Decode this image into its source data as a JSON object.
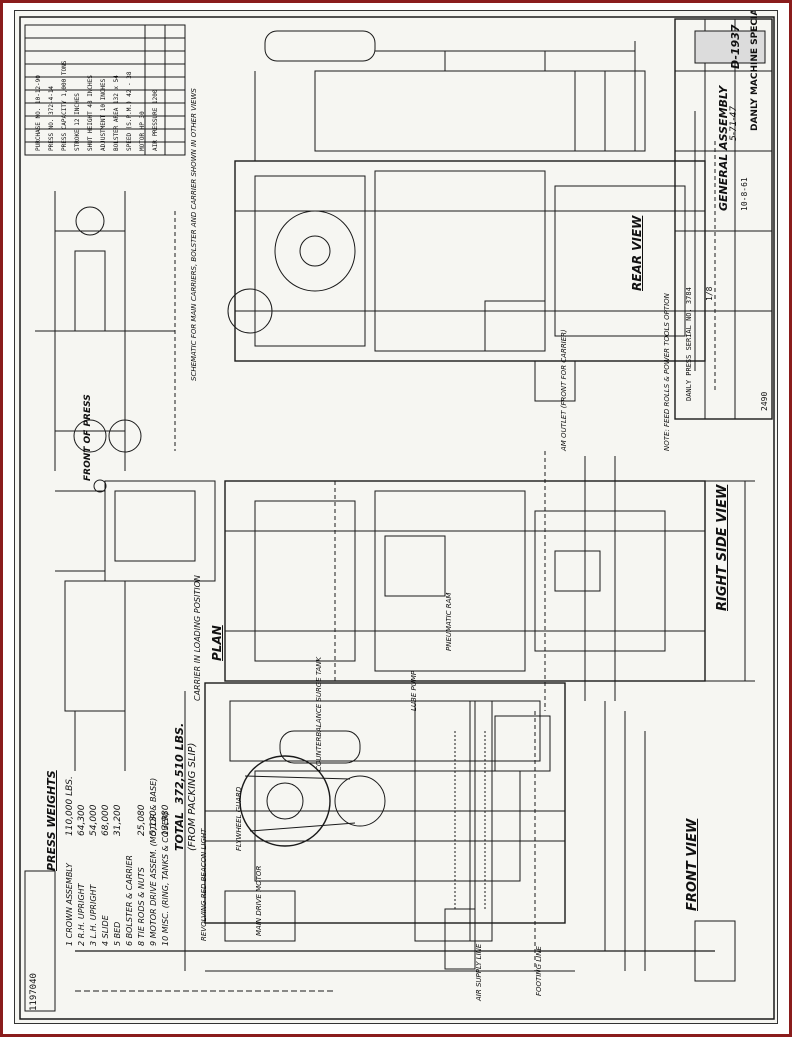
{
  "press_weights": {
    "title": "PRESS WEIGHTS",
    "items": [
      {
        "n": "1",
        "label": "CROWN ASSEMBLY",
        "weight": "110,000 LBS."
      },
      {
        "n": "2",
        "label": "R.H. UPRIGHT",
        "weight": "64,300"
      },
      {
        "n": "3",
        "label": "L.H. UPRIGHT",
        "weight": "54,000"
      },
      {
        "n": "4",
        "label": "SLIDE",
        "weight": "68,000"
      },
      {
        "n": "5",
        "label": "BED",
        "weight": "31,200"
      },
      {
        "n": "6",
        "label": "BOLSTER & CARRIER",
        "weight": ""
      },
      {
        "n": "8",
        "label": "TIE RODS & NUTS",
        "weight": "25,080"
      },
      {
        "n": "9",
        "label": "MOTOR DRIVE ASSEM. (MOTOR & BASE)",
        "weight": "5,130"
      },
      {
        "n": "10",
        "label": "MISC. (RING, TANKS & COVER)",
        "weight": "13,980"
      }
    ],
    "total_label": "TOTAL",
    "total_value": "372,510 LBS.",
    "packing_note": "(FROM PACKING SLIP)"
  },
  "view_titles": {
    "front": "FRONT VIEW",
    "side": "RIGHT SIDE VIEW",
    "rear": "REAR VIEW",
    "plan": "PLAN"
  },
  "notes": {
    "carrier_in_loading": "CARRIER IN LOADING POSITION",
    "front_of_press": "FRONT OF PRESS",
    "schematic_note": "SCHEMATIC FOR MAIN CARRIERS, BOLSTER AND CARRIER SHOWN IN OTHER VIEWS",
    "counterbalance": "COUNTERBALANCE SURGE TANK",
    "flywheel_guard": "FLYWHEEL GUARD",
    "main_drive": "MAIN DRIVE MOTOR",
    "lube_pump": "LUBE PUMP",
    "pneumatic_ram": "PNEUMATIC RAM",
    "revolving_red_beacon": "REVOLVING RED BEACON LIGHT",
    "am_outlet": "AM OUTLET (FRONT FOR CARRIER)",
    "footing_line": "FOOTING LINE",
    "air_supply_line": "AIR SUPPLY LINE",
    "motor_note": "NOTE: FEED ROLLS & POWER TOOLS OPTION"
  },
  "spec_table": {
    "rows": [
      {
        "label": "PURCHASE NO.",
        "value": "10-12-90"
      },
      {
        "label": "PRESS NO.",
        "value": "372-4-14"
      },
      {
        "label": "PRESS CAPACITY",
        "value": "1,000 TONS"
      },
      {
        "label": "STROKE",
        "value": "12 INCHES"
      },
      {
        "label": "SHUT HEIGHT",
        "value": "48 INCHES"
      },
      {
        "label": "ADJUSTMENT",
        "value": "10 INCHES"
      },
      {
        "label": "BOLSTER AREA",
        "value": "132 x 54"
      },
      {
        "label": "SPEED (S.P.M.)",
        "value": "42 - 38"
      },
      {
        "label": "MOTOR HP",
        "value": "30"
      },
      {
        "label": "AIR PRESSURE",
        "value": "1200"
      }
    ]
  },
  "title_block": {
    "drawing_title": "GENERAL ASSEMBLY",
    "customer": "DANLY MACHINE SPECIALTIES, INC.",
    "drawing_no": "D-1937",
    "job_no": "5-71-47",
    "scale": "1/8",
    "sheet": "2490",
    "date": "10-8-61",
    "rev_note": "DANLY PRESS SERIAL NO. 3784"
  },
  "corner_stamp": "1197040"
}
